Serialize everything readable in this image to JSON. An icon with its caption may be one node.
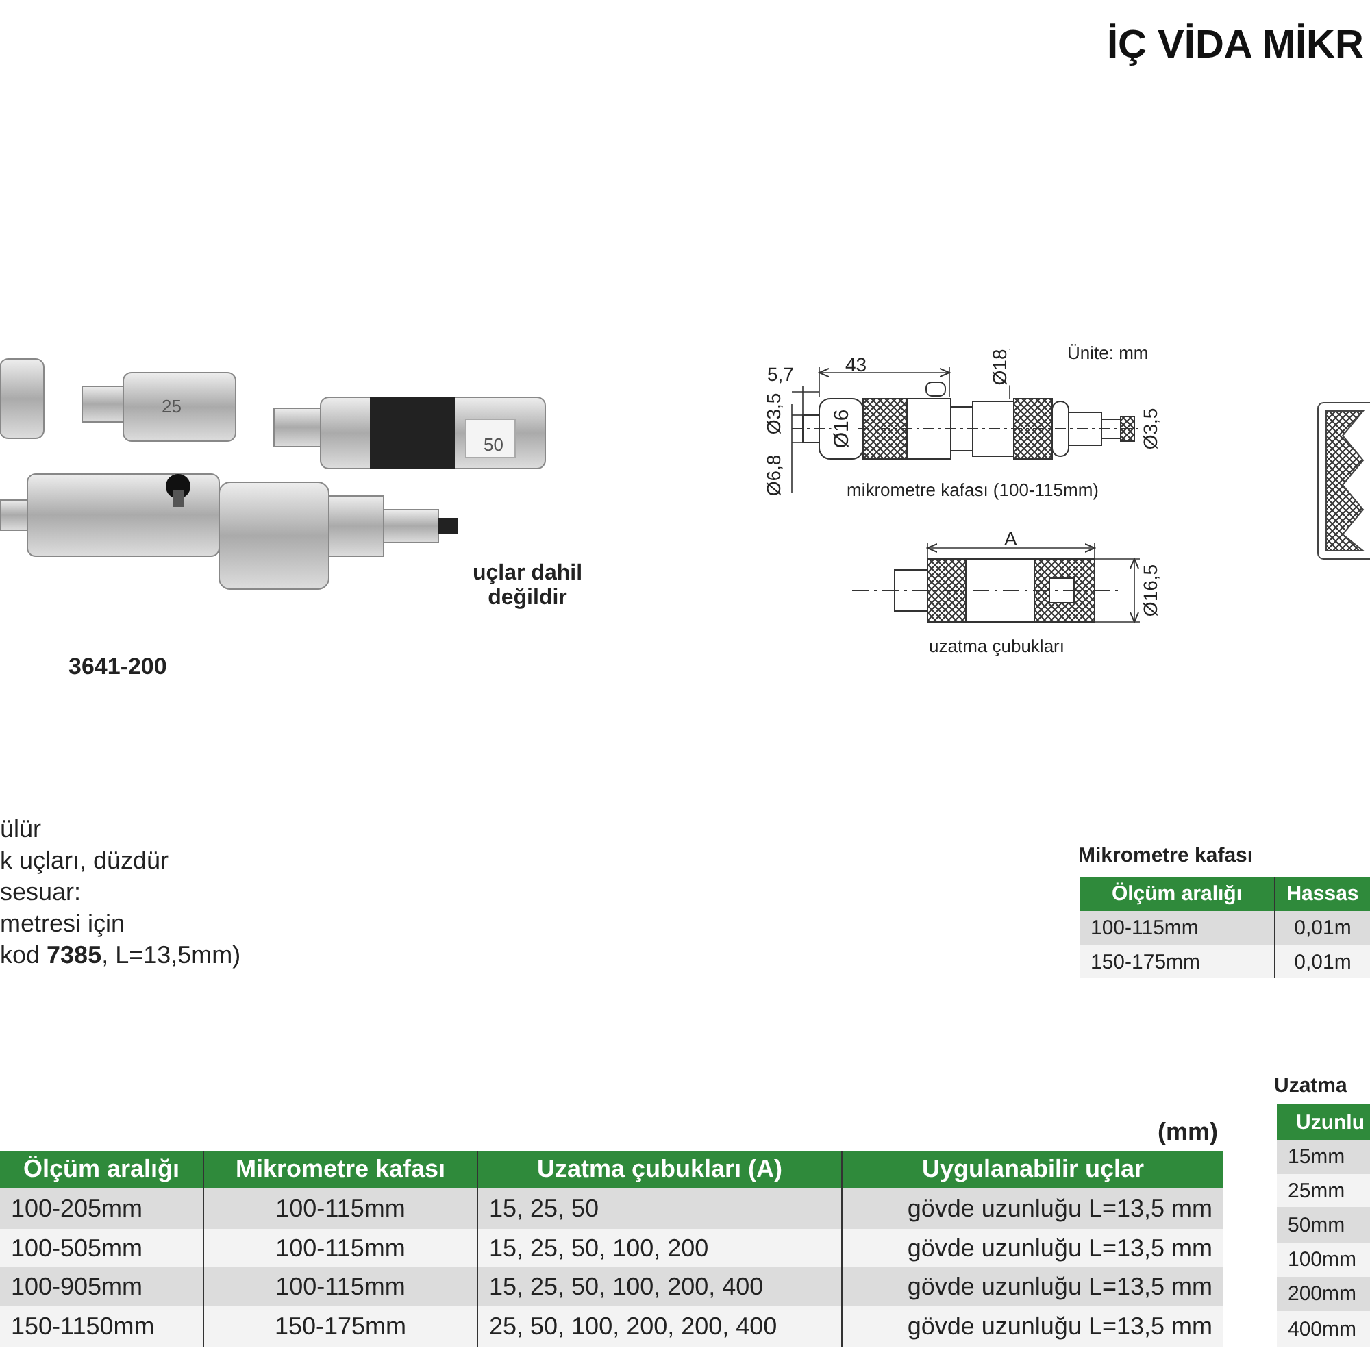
{
  "diagram": {
    "title": "İÇ VİDA MİKR",
    "labels": [
      "25",
      "50",
      "Ünite: mm",
      "43",
      "5,7",
      "Ø18",
      "Ø3,5",
      "Ø16",
      "Ø3,5",
      "Ø6,8",
      "mikrometre kafası (100-115mm)",
      "uçlar dahil değildir",
      "A",
      "Ø16,5",
      "uzatma çubukları",
      "3641-200",
      "ülür",
      "k uçları, düzdür",
      "sesuar:",
      "metresi için",
      "kod **7385**, L=13,5mm)",
      "Mikrometre kafası",
      "Ölçüm aralığı",
      "Hassas",
      "100-115mm",
      "0,01m",
      "150-175mm",
      "0,01m",
      "Uzatma",
      "Uzunlu",
      "15mm",
      "25mm",
      "50mm",
      "100mm",
      "200mm",
      "400mm",
      "(mm)",
      "Ölçüm aralığı",
      "Mikrometre kafası",
      "Uzatma çubukları (A)",
      "Uygulanabilir uçlar",
      "100-205mm",
      "100-115mm",
      "15, 25, 50",
      "gövde uzunluğu L=13,5 mm",
      "100-505mm",
      "100-115mm",
      "15, 25, 50, 100, 200",
      "gövde uzunluğu L=13,5 mm",
      "100-905mm",
      "100-115mm",
      "15, 25, 50, 100, 200, 400",
      "gövde uzunluğu L=13,5 mm",
      "150-1150mm",
      "150-175mm",
      "25, 50, 100, 200, 200, 400",
      "gövde uzunluğu L=13,5 mm"
    ]
  }
}
